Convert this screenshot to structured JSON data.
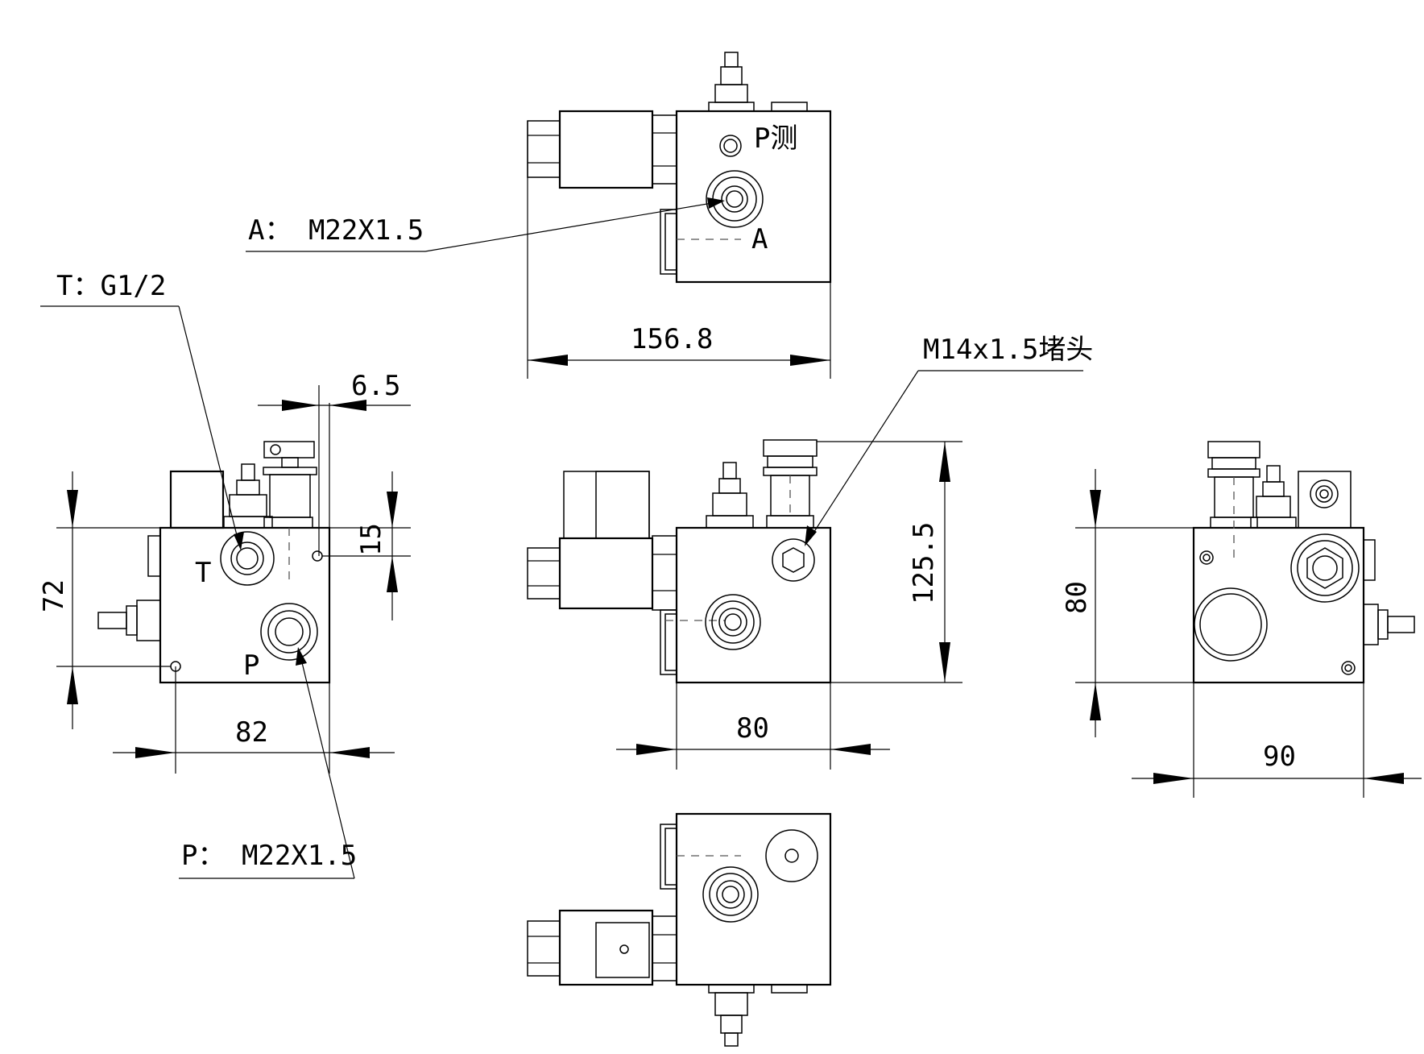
{
  "labels": {
    "port_a_spec": "A： M22X1.5",
    "port_t_spec": "T：G1/2",
    "port_p_spec": "P： M22X1.5",
    "plug_spec": "M14x1.5堵头",
    "p_test": "P测",
    "port_a": "A",
    "port_t": "T",
    "port_p": "P"
  },
  "dimensions": {
    "top_width": "156.8",
    "offset_6_5": "6.5",
    "offset_15": "15",
    "left_height": "72",
    "left_width": "82",
    "front_height": "125.5",
    "front_width": "80",
    "right_height": "80",
    "right_width": "90"
  },
  "colors": {
    "line": "#000000",
    "background": "#ffffff",
    "centerline": "#555555"
  }
}
